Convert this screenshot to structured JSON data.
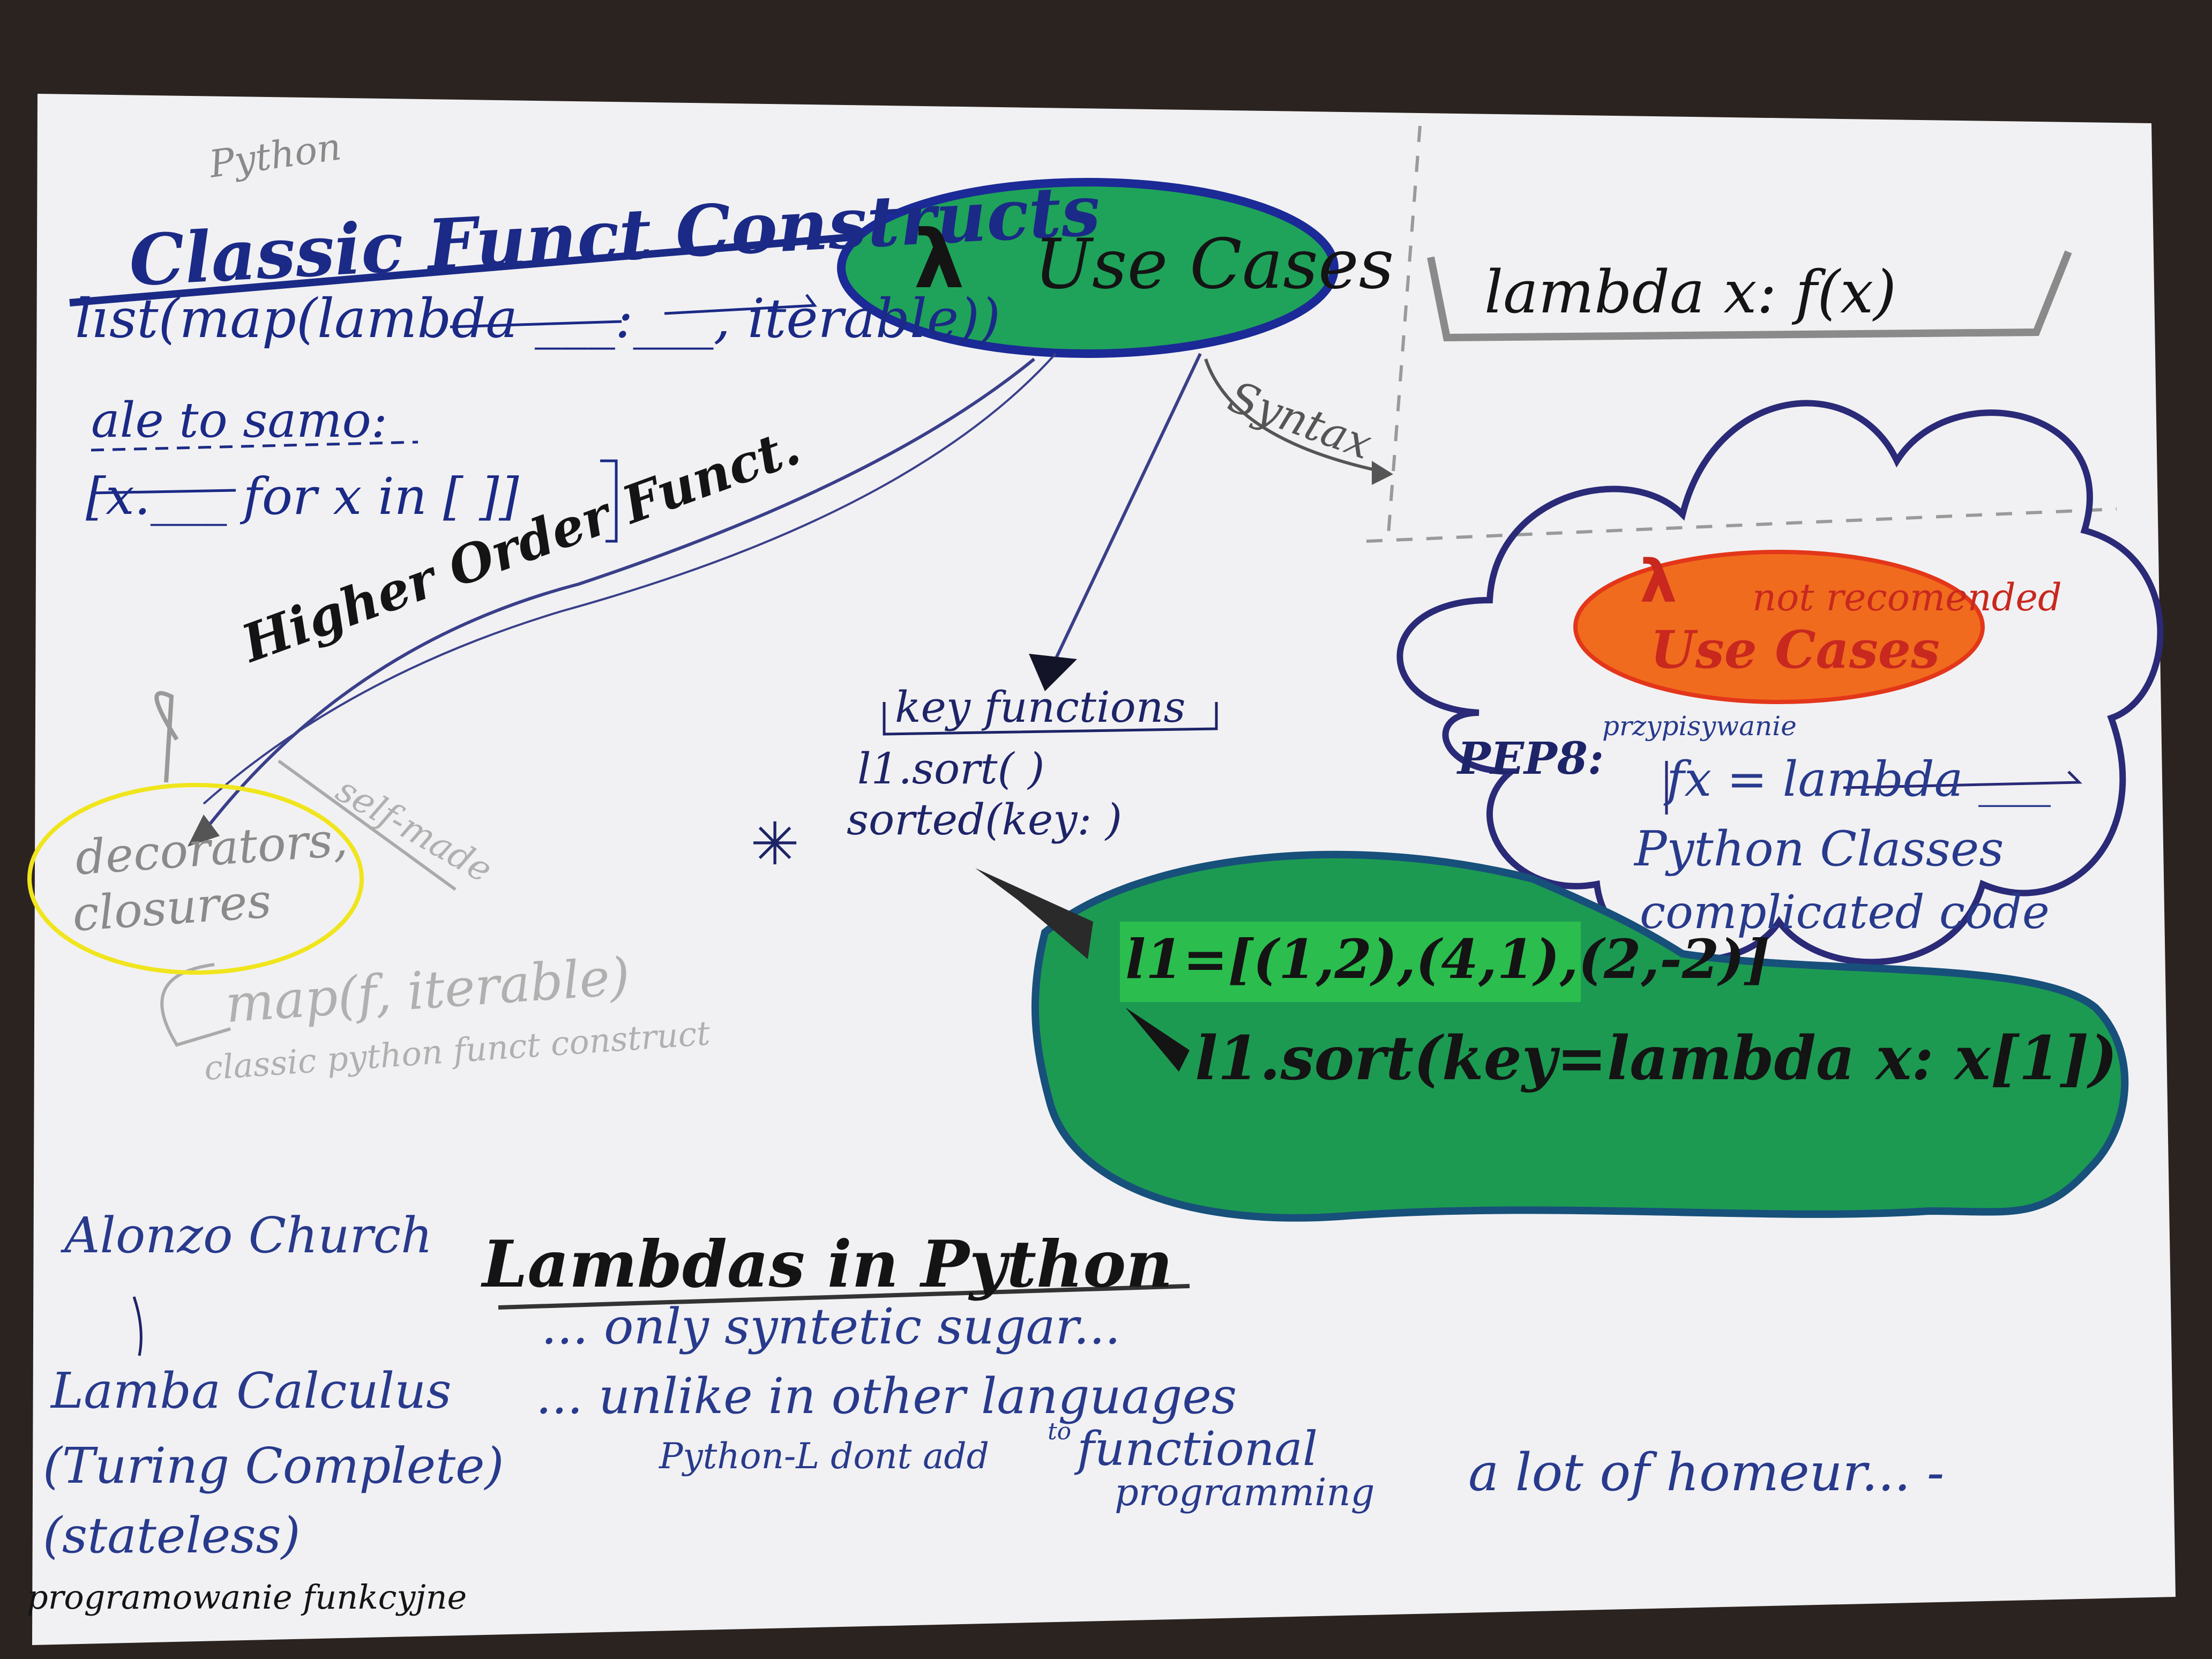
{
  "left": {
    "python_note": "Python",
    "title": "Classic Funct Constructs",
    "code_map": "list(map(lambda ___:___, iterable))",
    "ale_to_samo": "ale to samo:",
    "code_listcomp": "[x.___ for x in [ ]]",
    "higher_order": "Higher Order Funct.",
    "decorators": "decorators,",
    "closures": "closures",
    "self_made": "self-made",
    "map_expr": "map(f, iterable)",
    "classic_note": "classic python funct construct"
  },
  "center": {
    "use_cases": "Use Cases",
    "syntax": "Syntax",
    "key_functions": "key functions",
    "l_sort": "l1.sort(      )",
    "sorted_key": "sorted(key:     )",
    "l1_list": "l1=[(1,2),(4,1),(2,-2)]",
    "l1_sort_lambda": "l1.sort(key=lambda x: x[1])"
  },
  "right": {
    "lambda_syntax": "lambda x:   f(x)",
    "not_recommended": "not recomended",
    "use_cases": "Use Cases",
    "pep8": "PEP8:",
    "przypisywanie": "przypisywanie",
    "fx_assign": "fx = lambda ___",
    "python_classes": "Python Classes",
    "complicated_code": "complicated code"
  },
  "bottom": {
    "alonzo": "Alonzo Church",
    "lambda_calculus": "Lamba Calculus",
    "turing": "(Turing Complete)",
    "stateless": "(stateless)",
    "programowanie": "programowanie funkcyjne",
    "lambdas_title": "Lambdas in Python",
    "only_sugar": "... only syntetic sugar...",
    "unlike": "... unlike in other languages",
    "python_l": "Python-L dont add",
    "to_note": "to",
    "functional": "functional",
    "programming": "programming",
    "a_lot": "a lot of homeur... -"
  },
  "icons": {
    "lambda_glyph": "λ",
    "star": "✳"
  },
  "colors": {
    "paper": "#f1f1f3",
    "green_marker": "#1fa35a",
    "orange_marker": "#f06b1e",
    "yellow_circle": "#f0e51c"
  }
}
